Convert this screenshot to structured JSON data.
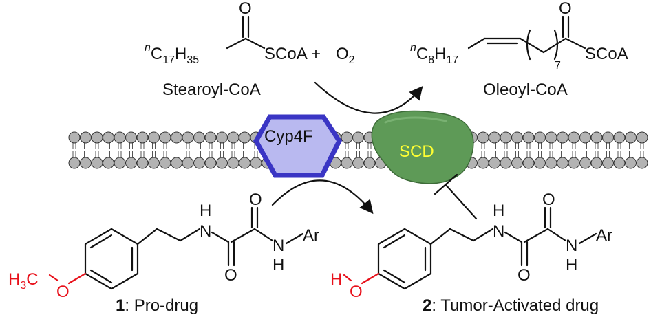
{
  "colors": {
    "heteroatom_red": "#e8101a",
    "enzyme_cyp_fill": "#b9b9f0",
    "enzyme_cyp_stroke": "#3a35c4",
    "enzyme_scd_fill": "#5e9a57",
    "scd_label": "#ffff33",
    "lipid_head": "#b3b3b3"
  },
  "reaction_top": {
    "stearoyl": {
      "prefix": "n",
      "formula_c": "C",
      "c_sub": "17",
      "formula_h": "H",
      "h_sub": "35",
      "scoa": "SCoA",
      "name": "Stearoyl-CoA"
    },
    "plus": "+",
    "o2": {
      "o": "O",
      "sub": "2"
    },
    "carbonyl_o": "O",
    "oleoyl": {
      "prefix": "n",
      "formula_c": "C",
      "c_sub": "8",
      "formula_h": "H",
      "h_sub": "17",
      "repeat": "7",
      "scoa": "SCoA",
      "name": "Oleoyl-CoA"
    }
  },
  "enzymes": {
    "cyp": "Cyp4F",
    "scd": "SCD"
  },
  "compound1": {
    "number": "1",
    "label": ": Pro-drug",
    "methyl": {
      "h": "H",
      "sub": "3",
      "c": "C"
    },
    "o": "O",
    "nh_top": "H",
    "n1": "N",
    "o_top": "O",
    "o_bottom": "O",
    "n2": "N",
    "nh_bottom": "H",
    "ar": "Ar"
  },
  "compound2": {
    "number": "2",
    "label": ": Tumor-Activated drug",
    "h": "H",
    "o": "O",
    "nh_top": "H",
    "n1": "N",
    "o_top": "O",
    "o_bottom": "O",
    "n2": "N",
    "nh_bottom": "H",
    "ar": "Ar"
  }
}
